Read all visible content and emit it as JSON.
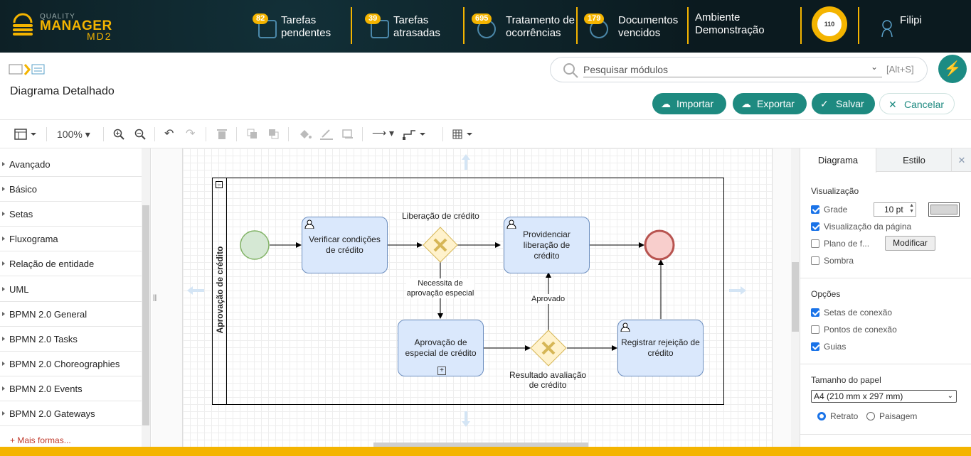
{
  "app": {
    "logo": {
      "line1": "QUALITY",
      "line2": "MANAGER",
      "line3": "MD2"
    },
    "kpis": [
      {
        "badge": "82",
        "label1": "Tarefas",
        "label2": "pendentes"
      },
      {
        "badge": "39",
        "label1": "Tarefas",
        "label2": "atrasadas"
      },
      {
        "badge": "695",
        "label1": "Tratamento de",
        "label2": "ocorrências"
      },
      {
        "badge": "179",
        "label1": "Documentos",
        "label2": "vencidos"
      }
    ],
    "environment": {
      "line1": "Ambiente",
      "line2": "Demonstração"
    },
    "gauge_value": "110",
    "user": "Filipi"
  },
  "page": {
    "title": "Diagrama Detalhado"
  },
  "search": {
    "placeholder": "Pesquisar módulos",
    "shortcut": "[Alt+S]"
  },
  "actions": {
    "import": "Importar",
    "export": "Exportar",
    "save": "Salvar",
    "cancel": "Cancelar"
  },
  "toolbar": {
    "zoom": "100%"
  },
  "shapes_panel": {
    "items": [
      "Avançado",
      "Básico",
      "Setas",
      "Fluxograma",
      "Relação de entidade",
      "UML",
      "BPMN 2.0 General",
      "BPMN 2.0 Tasks",
      "BPMN 2.0 Choreographies",
      "BPMN 2.0 Events",
      "BPMN 2.0 Gateways"
    ],
    "more": "Mais formas..."
  },
  "diagram": {
    "pool_label": "Aprovação de crédito",
    "tasks": {
      "verify": "Verificar condições de crédito",
      "release": "Providenciar liberação de crédito",
      "special": "Aprovação de especial de crédito",
      "reject": "Registrar rejeição de crédito"
    },
    "labels": {
      "gateway1": "Liberação de crédito",
      "needs_special_1": "Necessita de",
      "needs_special_2": "aprovação especial",
      "approved": "Aprovado",
      "result_1": "Resultado avaliação",
      "result_2": "de crédito"
    },
    "colors": {
      "start": "#d5e8d4",
      "end": "#f8cecc",
      "task": "#dae8fc",
      "gateway": "#fff2cc"
    }
  },
  "format_panel": {
    "tabs": [
      "Diagrama",
      "Estilo"
    ],
    "visualizacao": "Visualização",
    "grade": "Grade",
    "grade_size": "10 pt",
    "page_view": "Visualização da página",
    "background": "Plano de f...",
    "modify": "Modificar",
    "shadow": "Sombra",
    "opcoes": "Opções",
    "conn_arrows": "Setas de conexão",
    "conn_points": "Pontos de conexão",
    "guides": "Guias",
    "paper_size": "Tamanho do papel",
    "paper_value": "A4 (210 mm x 297 mm)",
    "portrait": "Retrato",
    "landscape": "Paisagem"
  }
}
